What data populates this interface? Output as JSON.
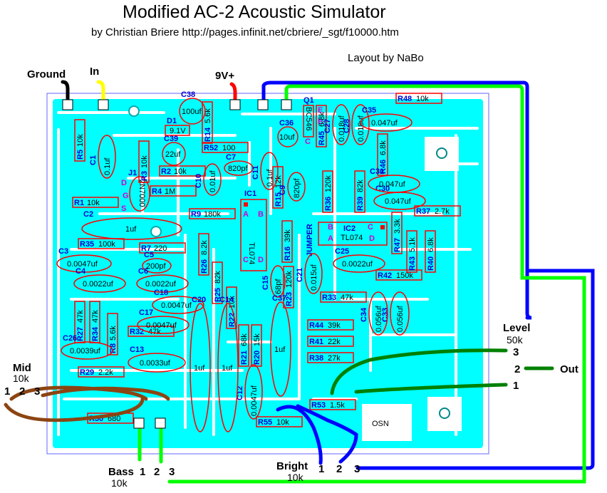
{
  "header": {
    "title": "Modified AC-2 Acoustic Simulator",
    "subtitle": "by Christian Briere   http://pages.infinit.net/cbriere/_sgt/f10000.htm",
    "layout_credit": "Layout by NaBo"
  },
  "connections": {
    "ground": "Ground",
    "input": "In",
    "supply": "9V+",
    "output": "Out"
  },
  "pots": {
    "level": {
      "name": "Level",
      "value": "50k",
      "pin1": "1",
      "pin2": "2",
      "pin3": "3"
    },
    "mid": {
      "name": "Mid",
      "value": "10k",
      "pin1": "1",
      "pin2": "2",
      "pin3": "3"
    },
    "bass": {
      "name": "Bass",
      "value": "10k",
      "pin1": "1",
      "pin2": "2",
      "pin3": "3"
    },
    "bright": {
      "name": "Bright",
      "value": "10k",
      "pin1": "1",
      "pin2": "2",
      "pin3": "3"
    }
  },
  "ics": {
    "ic1": {
      "ref": "IC1",
      "part": "TL074"
    },
    "ic2": {
      "ref": "IC2",
      "part": "TL074"
    },
    "jumper": "JUMPER",
    "ic_pins": [
      "A",
      "B",
      "C",
      "D"
    ]
  },
  "transistors": {
    "q1": {
      "ref": "Q1",
      "part": "BC546",
      "pins": [
        "E",
        "B",
        "C"
      ]
    },
    "j1": {
      "ref": "J1",
      "part": "2N7000",
      "pins": [
        "D",
        "G",
        "S"
      ]
    }
  },
  "diode": {
    "ref": "D1",
    "part": "9.1V"
  },
  "resistors": [
    {
      "ref": "R1",
      "value": "10k"
    },
    {
      "ref": "R2",
      "value": "10k"
    },
    {
      "ref": "R3",
      "value": "10k"
    },
    {
      "ref": "R4",
      "value": "1M"
    },
    {
      "ref": "R5",
      "value": "10k"
    },
    {
      "ref": "R7",
      "value": "220"
    },
    {
      "ref": "R8",
      "value": "5.6k"
    },
    {
      "ref": "R9",
      "value": "180k"
    },
    {
      "ref": "R14",
      "value": "5.6k"
    },
    {
      "ref": "R15",
      "value": "12k"
    },
    {
      "ref": "R16",
      "value": "39k"
    },
    {
      "ref": "R20",
      "value": "15k"
    },
    {
      "ref": "R21",
      "value": "68k"
    },
    {
      "ref": "R22",
      "value": "10k"
    },
    {
      "ref": "R23",
      "value": "120k"
    },
    {
      "ref": "R25",
      "value": "82k"
    },
    {
      "ref": "R26",
      "value": "8.2k"
    },
    {
      "ref": "R27",
      "value": "47k"
    },
    {
      "ref": "R29",
      "value": "2.2k"
    },
    {
      "ref": "R32",
      "value": "47k"
    },
    {
      "ref": "R33",
      "value": "47k"
    },
    {
      "ref": "R34",
      "value": "47k"
    },
    {
      "ref": "R35",
      "value": "100k"
    },
    {
      "ref": "R36",
      "value": "120k"
    },
    {
      "ref": "R37",
      "value": "2.7k"
    },
    {
      "ref": "R38",
      "value": "27k"
    },
    {
      "ref": "R39",
      "value": "82k"
    },
    {
      "ref": "R40",
      "value": "6.8k"
    },
    {
      "ref": "R41",
      "value": "22k"
    },
    {
      "ref": "R42",
      "value": "150k"
    },
    {
      "ref": "R43",
      "value": "5.1k"
    },
    {
      "ref": "R44",
      "value": "39k"
    },
    {
      "ref": "R45",
      "value": "6.8k"
    },
    {
      "ref": "R46",
      "value": "6.8k"
    },
    {
      "ref": "R47",
      "value": "3.3k"
    },
    {
      "ref": "R48",
      "value": "10k"
    },
    {
      "ref": "R50",
      "value": "680"
    },
    {
      "ref": "R52",
      "value": "100"
    },
    {
      "ref": "R53",
      "value": "1.5k"
    },
    {
      "ref": "R55",
      "value": "10k"
    }
  ],
  "capacitors": [
    {
      "ref": "C1",
      "value": "0.1uf"
    },
    {
      "ref": "C2",
      "value": "1uf"
    },
    {
      "ref": "C3",
      "value": "0.0047uf"
    },
    {
      "ref": "C4",
      "value": "0.0022uf"
    },
    {
      "ref": "C5",
      "value": "200pf"
    },
    {
      "ref": "C6",
      "value": "0.0022uf"
    },
    {
      "ref": "C7",
      "value": "820pf"
    },
    {
      "ref": "C9",
      "value": "820pf"
    },
    {
      "ref": "C10",
      "value": "0.01uf"
    },
    {
      "ref": "C11",
      "value": "0.1uf"
    },
    {
      "ref": "C12",
      "value": "0.0047uf"
    },
    {
      "ref": "C13",
      "value": "0.0033uf"
    },
    {
      "ref": "C14",
      "value": "1uf"
    },
    {
      "ref": "C15",
      "value": "68pf"
    },
    {
      "ref": "C17",
      "value": "0.0047uf"
    },
    {
      "ref": "C18",
      "value": "0.0047uf"
    },
    {
      "ref": "C20",
      "value": "1uf"
    },
    {
      "ref": "C21",
      "value": "0.015uf"
    },
    {
      "ref": "C25",
      "value": "0.0022uf"
    },
    {
      "ref": "C26",
      "value": "0.0039uf"
    },
    {
      "ref": "C27",
      "value": "0.018uf"
    },
    {
      "ref": "C28",
      "value": "0.018uf"
    },
    {
      "ref": "C30",
      "value": "0.047uf"
    },
    {
      "ref": "C31",
      "value": "0.047uf"
    },
    {
      "ref": "C33",
      "value": "0.056uf"
    },
    {
      "ref": "C34",
      "value": "0.056uf"
    },
    {
      "ref": "C35",
      "value": "0.047uf"
    },
    {
      "ref": "C36",
      "value": "10uf"
    },
    {
      "ref": "C37",
      "value": "1uf"
    },
    {
      "ref": "C38",
      "value": "100uf"
    },
    {
      "ref": "C39",
      "value": "22uf"
    }
  ],
  "signature": "OSN",
  "colors": {
    "board": "#00ffff",
    "component_outline": "#ff0000",
    "ref_text": "#0000cc",
    "pin_text": "#cc00cc",
    "wire_black": "#000000",
    "wire_yellow": "#ffff00",
    "wire_red": "#ff0000",
    "wire_blue": "#0000ff",
    "wire_green": "#00ff00",
    "wire_darkgreen": "#008000",
    "wire_brown": "#8b4513"
  }
}
